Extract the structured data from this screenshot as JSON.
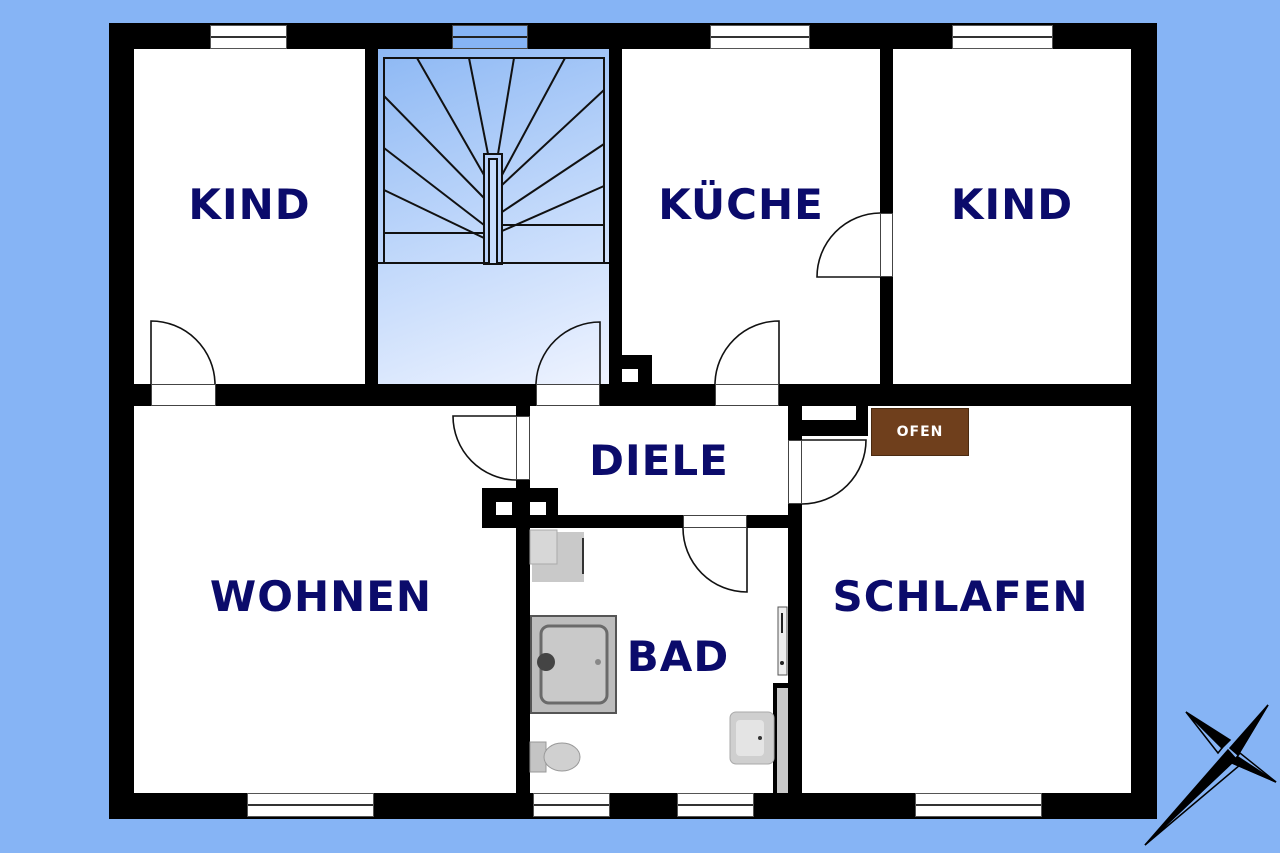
{
  "floorplan": {
    "rooms": {
      "kind_left": "KIND",
      "stair": "",
      "kueche": "KÜCHE",
      "kind_right": "KIND",
      "diele": "DIELE",
      "wohnen": "WOHNEN",
      "bad": "BAD",
      "schlafen": "SCHLAFEN"
    },
    "fixtures": {
      "ofen": "OFEN"
    },
    "colors": {
      "background": "#86b4f5",
      "wall": "#000000",
      "label": "#0b0b6b",
      "ofen": "#6f3f1c",
      "stair_gradient_top": "#8db8f4",
      "stair_gradient_bottom": "#eef3ff"
    },
    "icons": [
      "compass-rose-icon",
      "staircase-icon",
      "shower-icon",
      "toilet-icon",
      "sink-icon",
      "washing-machine-icon"
    ]
  }
}
